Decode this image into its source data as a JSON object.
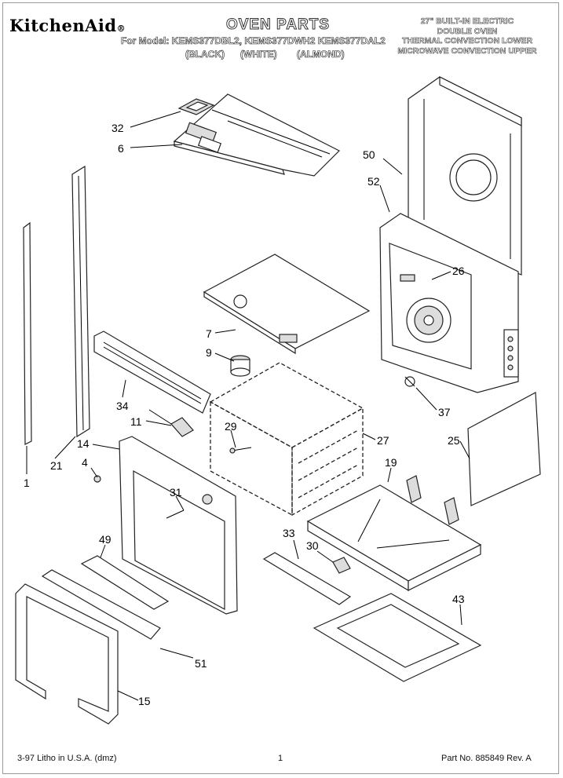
{
  "header": {
    "brand": "KitchenAid",
    "brand_mark": "®",
    "title": "OVEN PARTS",
    "model_line": "For Model: KEMS377DBL2, KEMS377DWH2 KEMS377DAL2",
    "colors": [
      "(BLACK)",
      "(WHITE)",
      "(ALMOND)"
    ],
    "description": [
      "27\" BUILT-IN ELECTRIC",
      "DOUBLE OVEN",
      "THERMAL CONVECTION LOWER",
      "MICROWAVE CONVECTION UPPER"
    ]
  },
  "callouts": {
    "c32": "32",
    "c6": "6",
    "c50": "50",
    "c52": "52",
    "c26": "26",
    "c7": "7",
    "c9": "9",
    "c37": "37",
    "c34": "34",
    "c11": "11",
    "c29": "29",
    "c27": "27",
    "c25": "25",
    "c14": "14",
    "c4": "4",
    "c21": "21",
    "c1": "1",
    "c19": "19",
    "c31": "31",
    "c49": "49",
    "c33": "33",
    "c30": "30",
    "c43": "43",
    "c51": "51",
    "c15": "15"
  },
  "footer": {
    "left": "3-97 Litho in U.S.A. (dmz)",
    "page": "1",
    "part_no": "Part No. 885849 Rev. A"
  }
}
